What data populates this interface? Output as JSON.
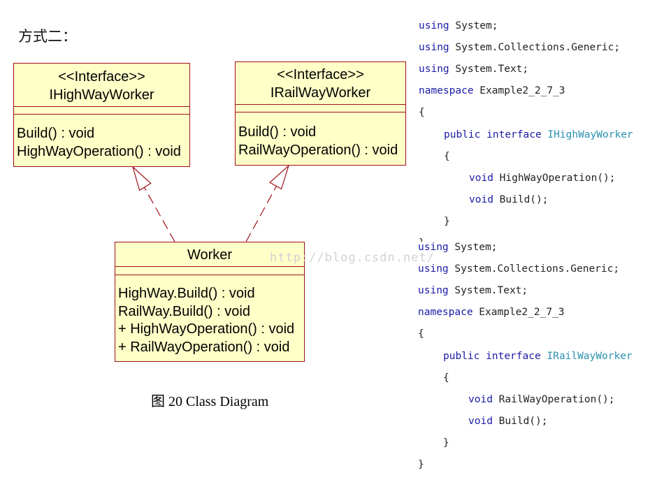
{
  "heading": "方式二：",
  "watermark": "http://blog.csdn.net/",
  "caption": "图 20 Class Diagram",
  "colors": {
    "box_fill": "#ffffc8",
    "box_border": "#a01018",
    "keyword": "#1a1aa6",
    "type_name": "#2b91af"
  },
  "diagram": {
    "highway_interface": {
      "stereotype": "<<Interface>>",
      "name": "IHighWayWorker",
      "operations": [
        "Build() : void",
        "HighWayOperation() : void"
      ]
    },
    "railway_interface": {
      "stereotype": "<<Interface>>",
      "name": "IRailWayWorker",
      "operations": [
        "Build() : void",
        "RailWayOperation() : void"
      ]
    },
    "worker_class": {
      "name": "Worker",
      "operations": [
        " HighWay.Build() : void",
        " RailWay.Build() : void",
        "+ HighWayOperation() : void",
        "+ RailWayOperation() : void"
      ]
    },
    "relations": [
      {
        "from": "Worker",
        "to": "IHighWayWorker",
        "kind": "realization"
      },
      {
        "from": "Worker",
        "to": "IRailWayWorker",
        "kind": "realization"
      }
    ]
  },
  "code_blocks": [
    {
      "lines": [
        {
          "indent": 0,
          "tokens": [
            {
              "t": "using",
              "c": "kw"
            },
            {
              "t": " System;",
              "c": "pl"
            }
          ]
        },
        {
          "indent": 0,
          "tokens": [
            {
              "t": "using",
              "c": "kw"
            },
            {
              "t": " System.Collections.Generic;",
              "c": "pl"
            }
          ]
        },
        {
          "indent": 0,
          "tokens": [
            {
              "t": "using",
              "c": "kw"
            },
            {
              "t": " System.Text;",
              "c": "pl"
            }
          ]
        },
        {
          "indent": 0,
          "tokens": [
            {
              "t": "namespace",
              "c": "kw"
            },
            {
              "t": " Example2_2_7_3",
              "c": "pl"
            }
          ]
        },
        {
          "indent": 0,
          "tokens": [
            {
              "t": "{",
              "c": "pl"
            }
          ]
        },
        {
          "indent": 1,
          "tokens": [
            {
              "t": "public",
              "c": "kw"
            },
            {
              "t": " ",
              "c": "pl"
            },
            {
              "t": "interface",
              "c": "kw"
            },
            {
              "t": " IHighWayWorker",
              "c": "tp"
            }
          ]
        },
        {
          "indent": 1,
          "tokens": [
            {
              "t": "{",
              "c": "pl"
            }
          ]
        },
        {
          "indent": 2,
          "tokens": [
            {
              "t": "void",
              "c": "kw"
            },
            {
              "t": " HighWayOperation();",
              "c": "pl"
            }
          ]
        },
        {
          "indent": 2,
          "tokens": [
            {
              "t": "void",
              "c": "kw"
            },
            {
              "t": " Build();",
              "c": "pl"
            }
          ]
        },
        {
          "indent": 1,
          "tokens": [
            {
              "t": "}",
              "c": "pl"
            }
          ]
        },
        {
          "indent": 0,
          "tokens": [
            {
              "t": "}",
              "c": "pl"
            }
          ]
        }
      ]
    },
    {
      "lines": [
        {
          "indent": 0,
          "tokens": [
            {
              "t": "using",
              "c": "kw"
            },
            {
              "t": " System;",
              "c": "pl"
            }
          ]
        },
        {
          "indent": 0,
          "tokens": [
            {
              "t": "using",
              "c": "kw"
            },
            {
              "t": " System.Collections.Generic;",
              "c": "pl"
            }
          ]
        },
        {
          "indent": 0,
          "tokens": [
            {
              "t": "using",
              "c": "kw"
            },
            {
              "t": " System.Text;",
              "c": "pl"
            }
          ]
        },
        {
          "indent": 0,
          "tokens": [
            {
              "t": "namespace",
              "c": "kw"
            },
            {
              "t": " Example2_2_7_3",
              "c": "pl"
            }
          ]
        },
        {
          "indent": 0,
          "tokens": [
            {
              "t": "{",
              "c": "pl"
            }
          ]
        },
        {
          "indent": 1,
          "tokens": [
            {
              "t": "public",
              "c": "kw"
            },
            {
              "t": " ",
              "c": "pl"
            },
            {
              "t": "interface",
              "c": "kw"
            },
            {
              "t": " IRailWayWorker",
              "c": "tp"
            }
          ]
        },
        {
          "indent": 1,
          "tokens": [
            {
              "t": "{",
              "c": "pl"
            }
          ]
        },
        {
          "indent": 2,
          "tokens": [
            {
              "t": "void",
              "c": "kw"
            },
            {
              "t": " RailWayOperation();",
              "c": "pl"
            }
          ]
        },
        {
          "indent": 2,
          "tokens": [
            {
              "t": "void",
              "c": "kw"
            },
            {
              "t": " Build();",
              "c": "pl"
            }
          ]
        },
        {
          "indent": 1,
          "tokens": [
            {
              "t": "}",
              "c": "pl"
            }
          ]
        },
        {
          "indent": 0,
          "tokens": [
            {
              "t": "}",
              "c": "pl"
            }
          ]
        }
      ]
    }
  ]
}
